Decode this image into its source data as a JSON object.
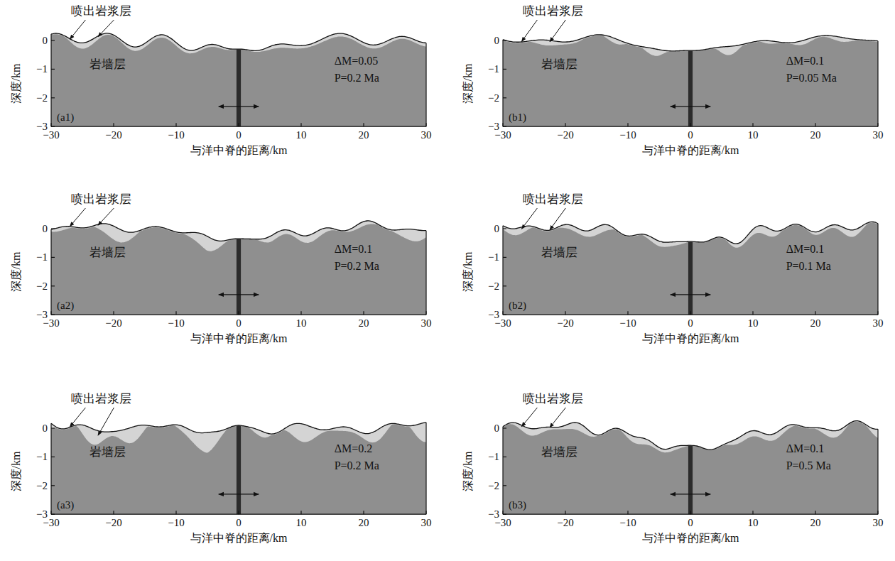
{
  "diagram": {
    "labels": [
      "喷出岩浆层",
      "岩墙层",
      "ΔM=0.05",
      "P=0.2 Ma",
      "(a1)",
      "0",
      "−1",
      "−2",
      "−3",
      "−30",
      "−20",
      "−10",
      "0",
      "10",
      "20",
      "30",
      "深度/km",
      "与洋中脊的距离/km",
      "喷出岩浆层",
      "岩墙层",
      "ΔM=0.1",
      "P=0.05 Ma",
      "(b1)",
      "0",
      "−1",
      "−2",
      "−3",
      "−30",
      "−20",
      "−10",
      "0",
      "10",
      "20",
      "30",
      "深度/km",
      "与洋中脊的距离/km",
      "喷出岩浆层",
      "岩墙层",
      "ΔM=0.1",
      "P=0.2 Ma",
      "(a2)",
      "0",
      "−1",
      "−2",
      "−3",
      "−30",
      "−20",
      "−10",
      "0",
      "10",
      "20",
      "30",
      "深度/km",
      "与洋中脊的距离/km",
      "喷出岩浆层",
      "岩墙层",
      "ΔM=0.1",
      "P=0.1 Ma",
      "(b2)",
      "0",
      "−1",
      "−2",
      "−3",
      "−30",
      "−20",
      "−10",
      "0",
      "10",
      "20",
      "30",
      "深度/km",
      "与洋中脊的距离/km",
      "喷出岩浆层",
      "岩墙层",
      "ΔM=0.2",
      "P=0.2 Ma",
      "(a3)",
      "0",
      "−1",
      "−2",
      "−3",
      "−30",
      "−20",
      "−10",
      "0",
      "10",
      "20",
      "30",
      "深度/km",
      "与洋中脊的距离/km",
      "喷出岩浆层",
      "岩墙层",
      "ΔM=0.1",
      "P=0.5 Ma",
      "(b3)",
      "0",
      "−1",
      "−2",
      "−3",
      "−30",
      "−20",
      "−10",
      "0",
      "10",
      "20",
      "30",
      "深度/km",
      "与洋中脊的距离/km"
    ]
  }
}
